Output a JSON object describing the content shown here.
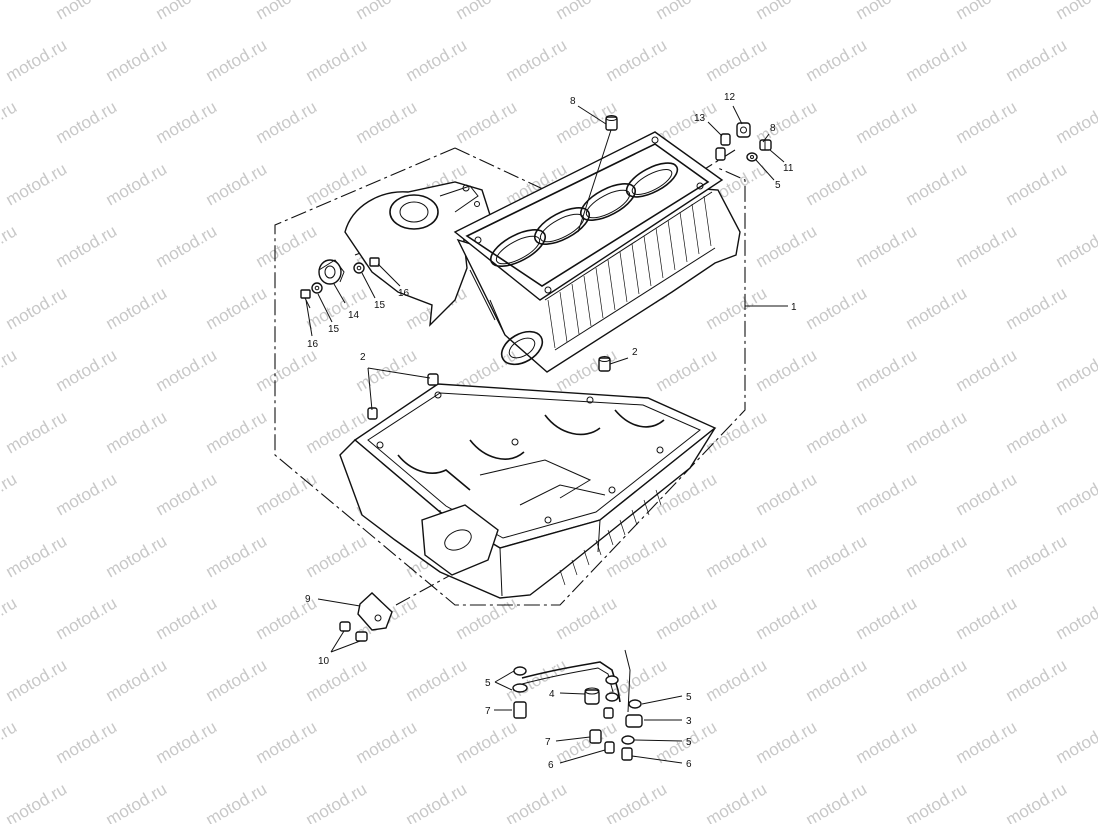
{
  "watermark": {
    "text": "motod.ru",
    "color": "#c8c8c8"
  },
  "callouts": [
    {
      "id": "c1",
      "label": "1"
    },
    {
      "id": "c2a",
      "label": "2"
    },
    {
      "id": "c2b",
      "label": "2"
    },
    {
      "id": "c3",
      "label": "3"
    },
    {
      "id": "c4",
      "label": "4"
    },
    {
      "id": "c5a",
      "label": "5"
    },
    {
      "id": "c5b",
      "label": "5"
    },
    {
      "id": "c5c",
      "label": "5"
    },
    {
      "id": "c5d",
      "label": "5"
    },
    {
      "id": "c6a",
      "label": "6"
    },
    {
      "id": "c6b",
      "label": "6"
    },
    {
      "id": "c7a",
      "label": "7"
    },
    {
      "id": "c7b",
      "label": "7"
    },
    {
      "id": "c8a",
      "label": "8"
    },
    {
      "id": "c8b",
      "label": "8"
    },
    {
      "id": "c9",
      "label": "9"
    },
    {
      "id": "c10",
      "label": "10"
    },
    {
      "id": "c11",
      "label": "11"
    },
    {
      "id": "c12",
      "label": "12"
    },
    {
      "id": "c13",
      "label": "13"
    },
    {
      "id": "c14",
      "label": "14"
    },
    {
      "id": "c15a",
      "label": "15"
    },
    {
      "id": "c15b",
      "label": "15"
    },
    {
      "id": "c16a",
      "label": "16"
    },
    {
      "id": "c16b",
      "label": "16"
    }
  ]
}
